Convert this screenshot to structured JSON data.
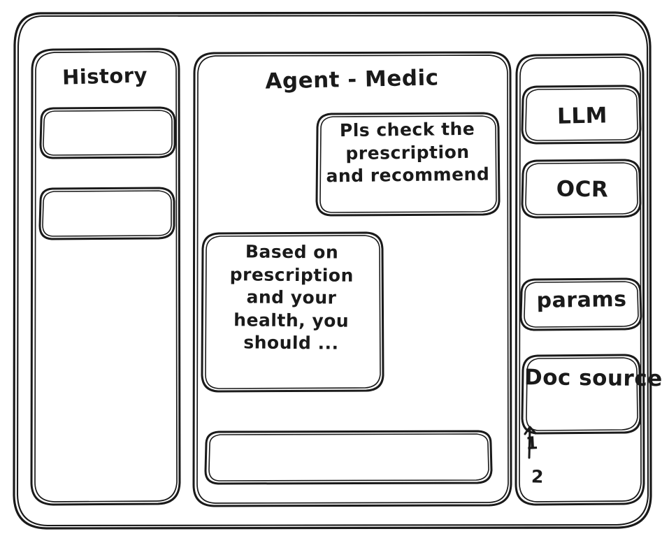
{
  "window": {
    "style": "hand-drawn-wireframe",
    "stroke_color": "#1a1a1a",
    "background_color": "#ffffff"
  },
  "sidebar": {
    "title": "History",
    "items": [
      {
        "label": ""
      },
      {
        "label": ""
      }
    ]
  },
  "main": {
    "title": "Agent - Medic",
    "messages": [
      {
        "role": "user",
        "align": "right",
        "text": "Pls check the\nprescription\nand recommend"
      },
      {
        "role": "agent",
        "align": "left",
        "text": "Based on\nprescription\nand your\nhealth, you\nshould ..."
      }
    ],
    "composer": {
      "value": "",
      "placeholder": ""
    }
  },
  "tools": {
    "buttons": [
      {
        "label": "LLM"
      },
      {
        "label": "OCR"
      },
      {
        "label": "params"
      },
      {
        "label": "Doc source"
      }
    ],
    "doc_source_items": [
      {
        "label": "1"
      },
      {
        "label": "2"
      }
    ]
  }
}
